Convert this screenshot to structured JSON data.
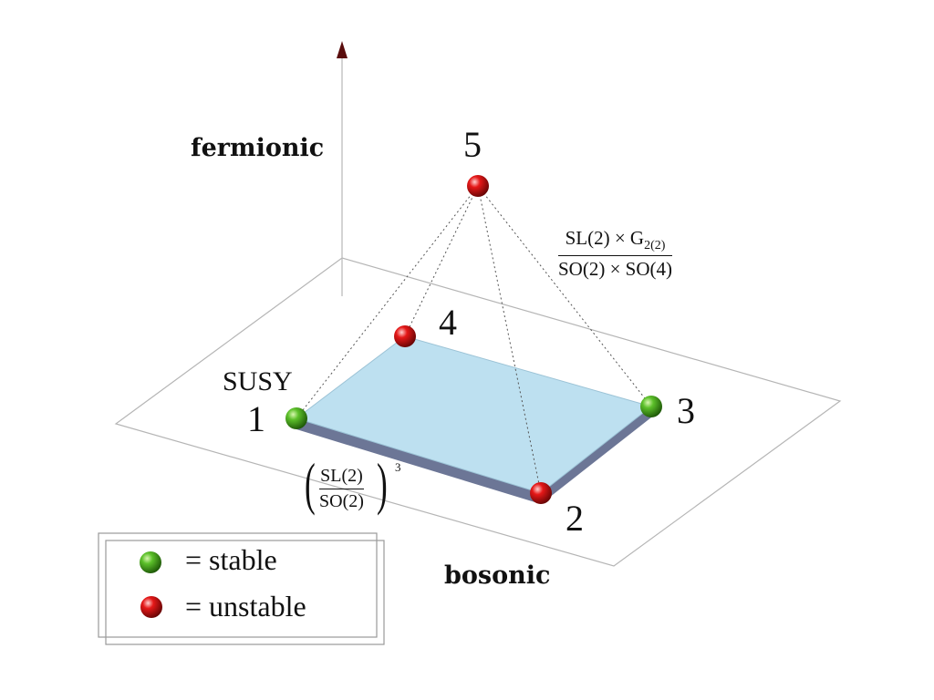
{
  "axes": {
    "vertical_label": "fermionic",
    "horizontal_label": "bosonic"
  },
  "points": [
    {
      "id": "1",
      "label": "1",
      "type": "stable"
    },
    {
      "id": "2",
      "label": "2",
      "type": "unstable"
    },
    {
      "id": "3",
      "label": "3",
      "type": "stable"
    },
    {
      "id": "4",
      "label": "4",
      "type": "unstable"
    },
    {
      "id": "5",
      "label": "5",
      "type": "unstable"
    }
  ],
  "annotations": {
    "susy": "SUSY",
    "coset_bottom": {
      "open": "(",
      "num": "SL(2)",
      "den": "SO(2)",
      "close": ")",
      "exponent": "3"
    },
    "coset_top": {
      "num": "SL(2) × G",
      "num_sub": "2(2)",
      "den": "SO(2) × SO(4)"
    }
  },
  "legend": {
    "items": [
      {
        "label": "= stable",
        "type": "stable"
      },
      {
        "label": "= unstable",
        "type": "unstable"
      }
    ]
  },
  "colors": {
    "stable": "#4caf1e",
    "unstable": "#e01515",
    "face": "#bde0f0",
    "face_edge": "#6c7696",
    "plane": "#b5b5b5",
    "axis_arrow": "#5a0d0d"
  }
}
